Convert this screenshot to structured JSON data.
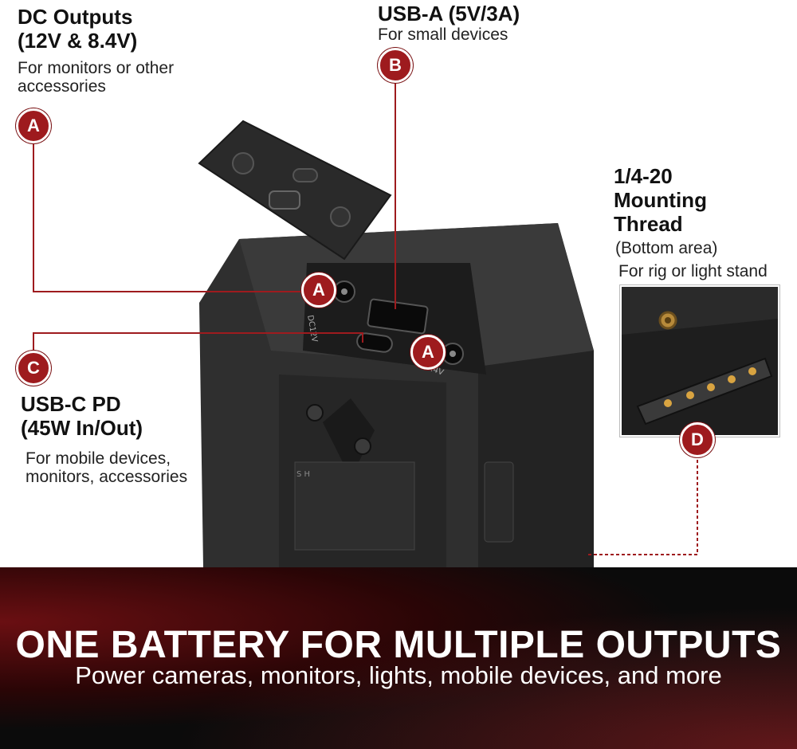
{
  "callouts": {
    "dc": {
      "marker": "A",
      "title_line1": "DC Outputs",
      "title_line2": "(12V & 8.4V)",
      "desc_line1": "For monitors or other",
      "desc_line2": "accessories"
    },
    "usba": {
      "marker": "B",
      "title": "USB-A (5V/3A)",
      "desc": "For small devices"
    },
    "usbc": {
      "marker": "C",
      "title_line1": "USB-C PD",
      "title_line2": "(45W In/Out)",
      "desc_line1": "For mobile devices,",
      "desc_line2": "monitors, accessories"
    },
    "thread": {
      "marker": "D",
      "title_line1": "1/4-20",
      "title_line2": "Mounting",
      "title_line3": "Thread",
      "desc_line1": "(Bottom area)",
      "desc_line2": "For rig or light stand"
    }
  },
  "product": {
    "port_label_12v": "DC12V",
    "port_label_84v": "DC8.4V",
    "brand_mark": "S H"
  },
  "banner": {
    "headline": "ONE BATTERY FOR MULTIPLE OUTPUTS",
    "subline": "Power cameras, monitors, lights, mobile devices, and more"
  },
  "colors": {
    "accent": "#9e1b1e",
    "banner_dark": "#0b0b0b",
    "body_dark": "#2b2b2b"
  }
}
